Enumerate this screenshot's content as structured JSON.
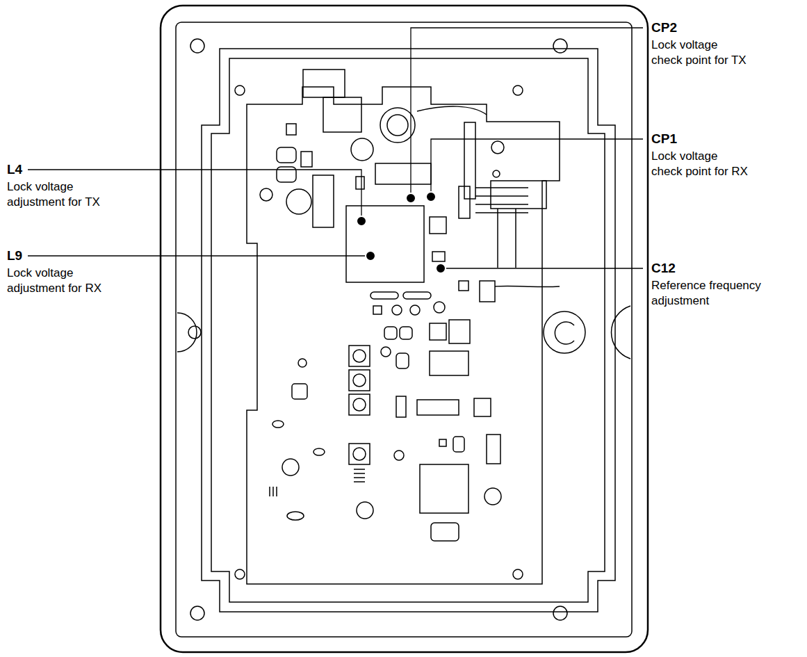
{
  "diagram": {
    "labels": [
      "CP2",
      "Lock voltage check point for TX",
      "CP1",
      "Lock voltage check point for RX",
      "L4",
      "Lock voltage adjustment for TX",
      "L9",
      "Lock voltage adjustment for RX",
      "C12",
      "Reference frequency adjustment"
    ]
  }
}
